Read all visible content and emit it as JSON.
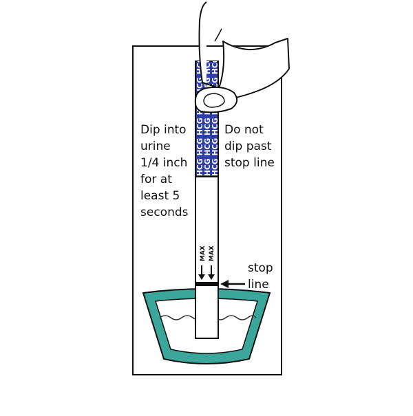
{
  "instructions": {
    "left": [
      "Dip into",
      "urine",
      "1/4 inch",
      "for at",
      "least 5",
      "seconds"
    ],
    "right": [
      "Do not",
      "dip past",
      "stop line"
    ],
    "stop_line": [
      "stop",
      "line"
    ]
  },
  "strip": {
    "brand_text": "HCG",
    "max_labels": [
      "MAX",
      "MAX"
    ]
  },
  "colors": {
    "strip_blue": "#2f3ea6",
    "cup_teal": "#3aa79a",
    "outline": "#111111",
    "background": "#ffffff"
  }
}
